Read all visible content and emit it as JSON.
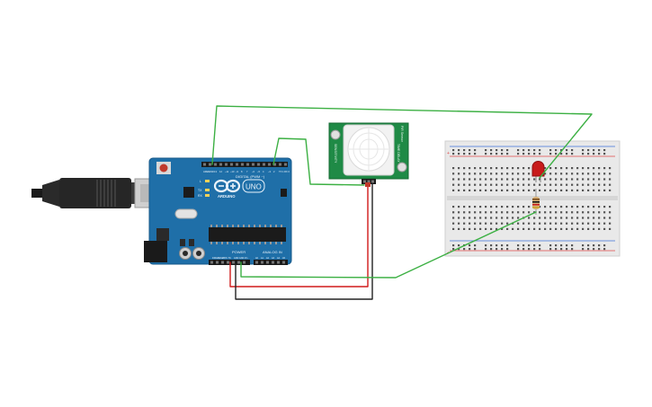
{
  "arduino": {
    "brand": "ARDUINO",
    "model": "UNO",
    "header_digital": "DIGITAL (PWM ~)",
    "header_power": "POWER",
    "header_analog": "ANALOG IN",
    "led_labels": [
      "L",
      "TX",
      "RX"
    ],
    "pin_labels_top": [
      "AREF",
      "GND",
      "13",
      "12",
      "~11",
      "~10",
      "~9",
      "8",
      "7",
      "~6",
      "~5",
      "4",
      "~3",
      "2",
      "TX 1",
      "RX 0"
    ],
    "pin_labels_power": [
      "IOREF",
      "RESET",
      "3.3V",
      "5V",
      "GND",
      "GND",
      "Vin"
    ],
    "pin_labels_analog": [
      "A0",
      "A1",
      "A2",
      "A3",
      "A4",
      "A5"
    ]
  },
  "pir_sensor": {
    "left_label": "SENSITIVITY",
    "right_label_1": "PIR Sensor",
    "right_label_2": "TIME DELAY"
  },
  "colors": {
    "board": "#1f6fa8",
    "board_dark": "#16557f",
    "wire_green": "#3cb043",
    "wire_red": "#d11a1a",
    "wire_black": "#222222",
    "breadboard": "#e9e9e9",
    "rail_red": "#e04848",
    "rail_blue": "#3e6fd8",
    "pir_pcb": "#1f8a46",
    "led": "#c81b1b"
  }
}
